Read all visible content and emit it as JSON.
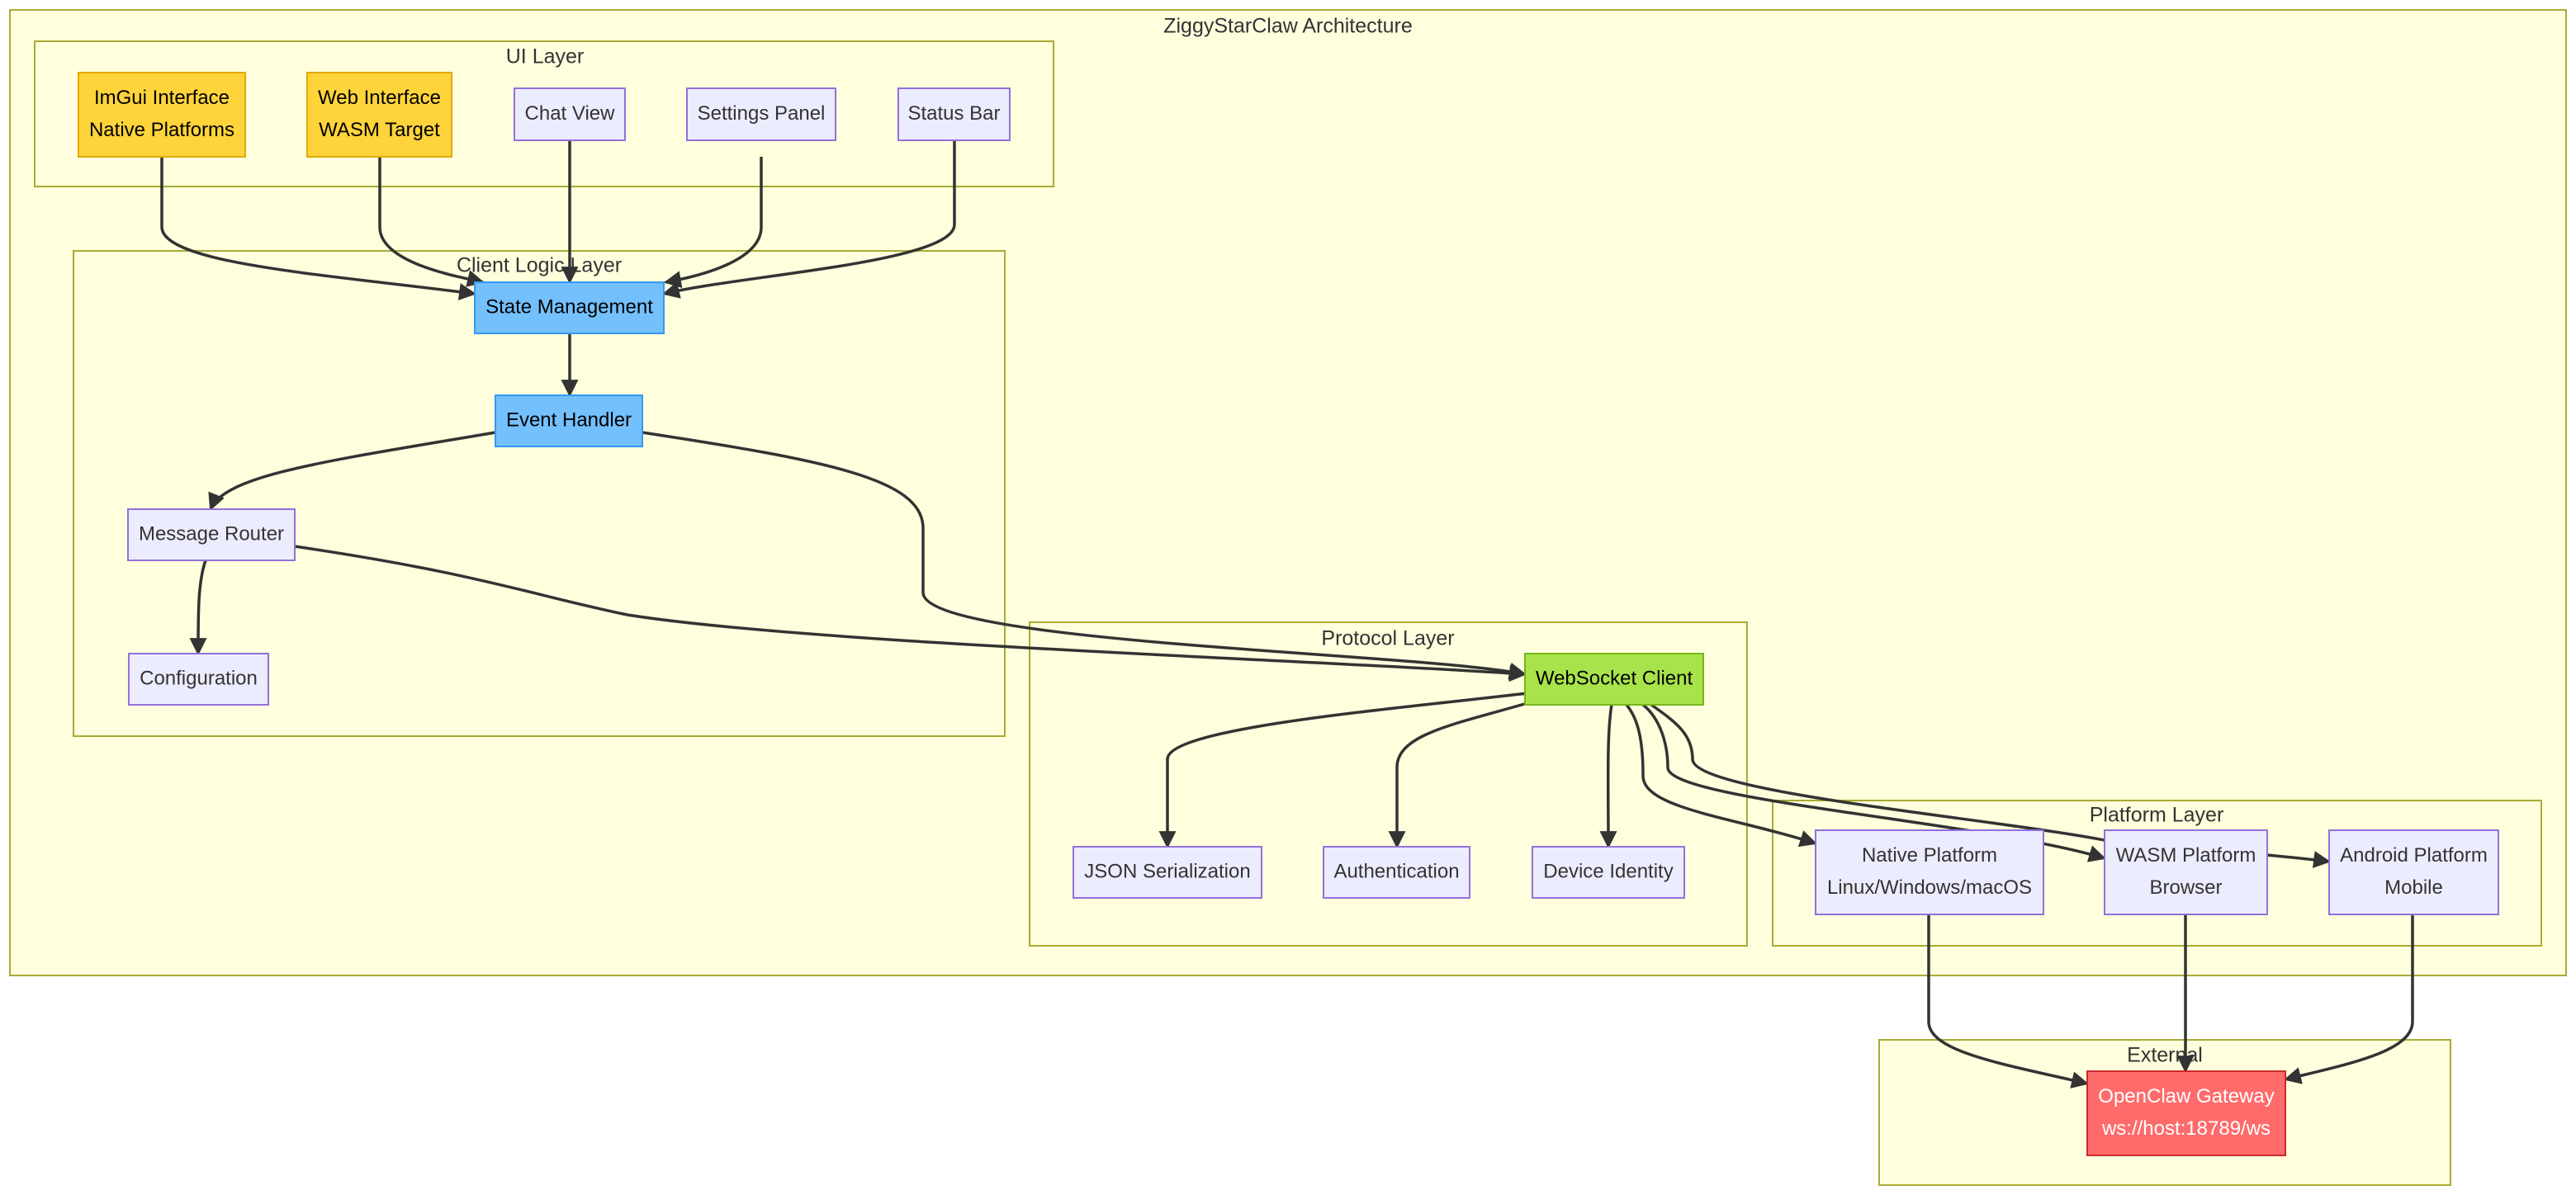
{
  "diagram": {
    "clusters": {
      "root": "ZiggyStarClaw Architecture",
      "ui": "UI Layer",
      "client": "Client Logic Layer",
      "protocol": "Protocol Layer",
      "platform": "Platform Layer",
      "external": "External"
    },
    "nodes": {
      "imgui": [
        "ImGui Interface",
        "Native Platforms"
      ],
      "web": [
        "Web Interface",
        "WASM Target"
      ],
      "chat": [
        "Chat View"
      ],
      "settings": [
        "Settings Panel"
      ],
      "status": [
        "Status Bar"
      ],
      "state": [
        "State Management"
      ],
      "event": [
        "Event Handler"
      ],
      "router": [
        "Message Router"
      ],
      "config": [
        "Configuration"
      ],
      "ws": [
        "WebSocket Client"
      ],
      "json": [
        "JSON Serialization"
      ],
      "auth": [
        "Authentication"
      ],
      "device": [
        "Device Identity"
      ],
      "native": [
        "Native Platform",
        "Linux/Windows/macOS"
      ],
      "wasm": [
        "WASM Platform",
        "Browser"
      ],
      "android": [
        "Android Platform",
        "Mobile"
      ],
      "gateway": [
        "OpenClaw Gateway",
        "ws://host:18789/ws"
      ]
    },
    "edges": [
      [
        "imgui",
        "state"
      ],
      [
        "web",
        "state"
      ],
      [
        "chat",
        "state"
      ],
      [
        "settings",
        "state"
      ],
      [
        "status",
        "state"
      ],
      [
        "state",
        "event"
      ],
      [
        "event",
        "router"
      ],
      [
        "event",
        "ws"
      ],
      [
        "router",
        "config"
      ],
      [
        "router",
        "ws"
      ],
      [
        "ws",
        "json"
      ],
      [
        "ws",
        "auth"
      ],
      [
        "ws",
        "device"
      ],
      [
        "ws",
        "native"
      ],
      [
        "ws",
        "wasm"
      ],
      [
        "ws",
        "android"
      ],
      [
        "native",
        "gateway"
      ],
      [
        "wasm",
        "gateway"
      ],
      [
        "android",
        "gateway"
      ]
    ],
    "colors": {
      "ui_accent_fill": "#ffd43b",
      "ui_accent_stroke": "#e0a800",
      "logic_fill": "#74c0fc",
      "logic_stroke": "#339af0",
      "protocol_fill": "#a9e34b",
      "protocol_stroke": "#74b816",
      "external_fill": "#ff6b6b",
      "external_stroke": "#c92a2a",
      "default_fill": "#ececff",
      "default_stroke": "#9370db",
      "cluster_fill": "#ffffde",
      "cluster_stroke": "#aaaa33"
    }
  }
}
